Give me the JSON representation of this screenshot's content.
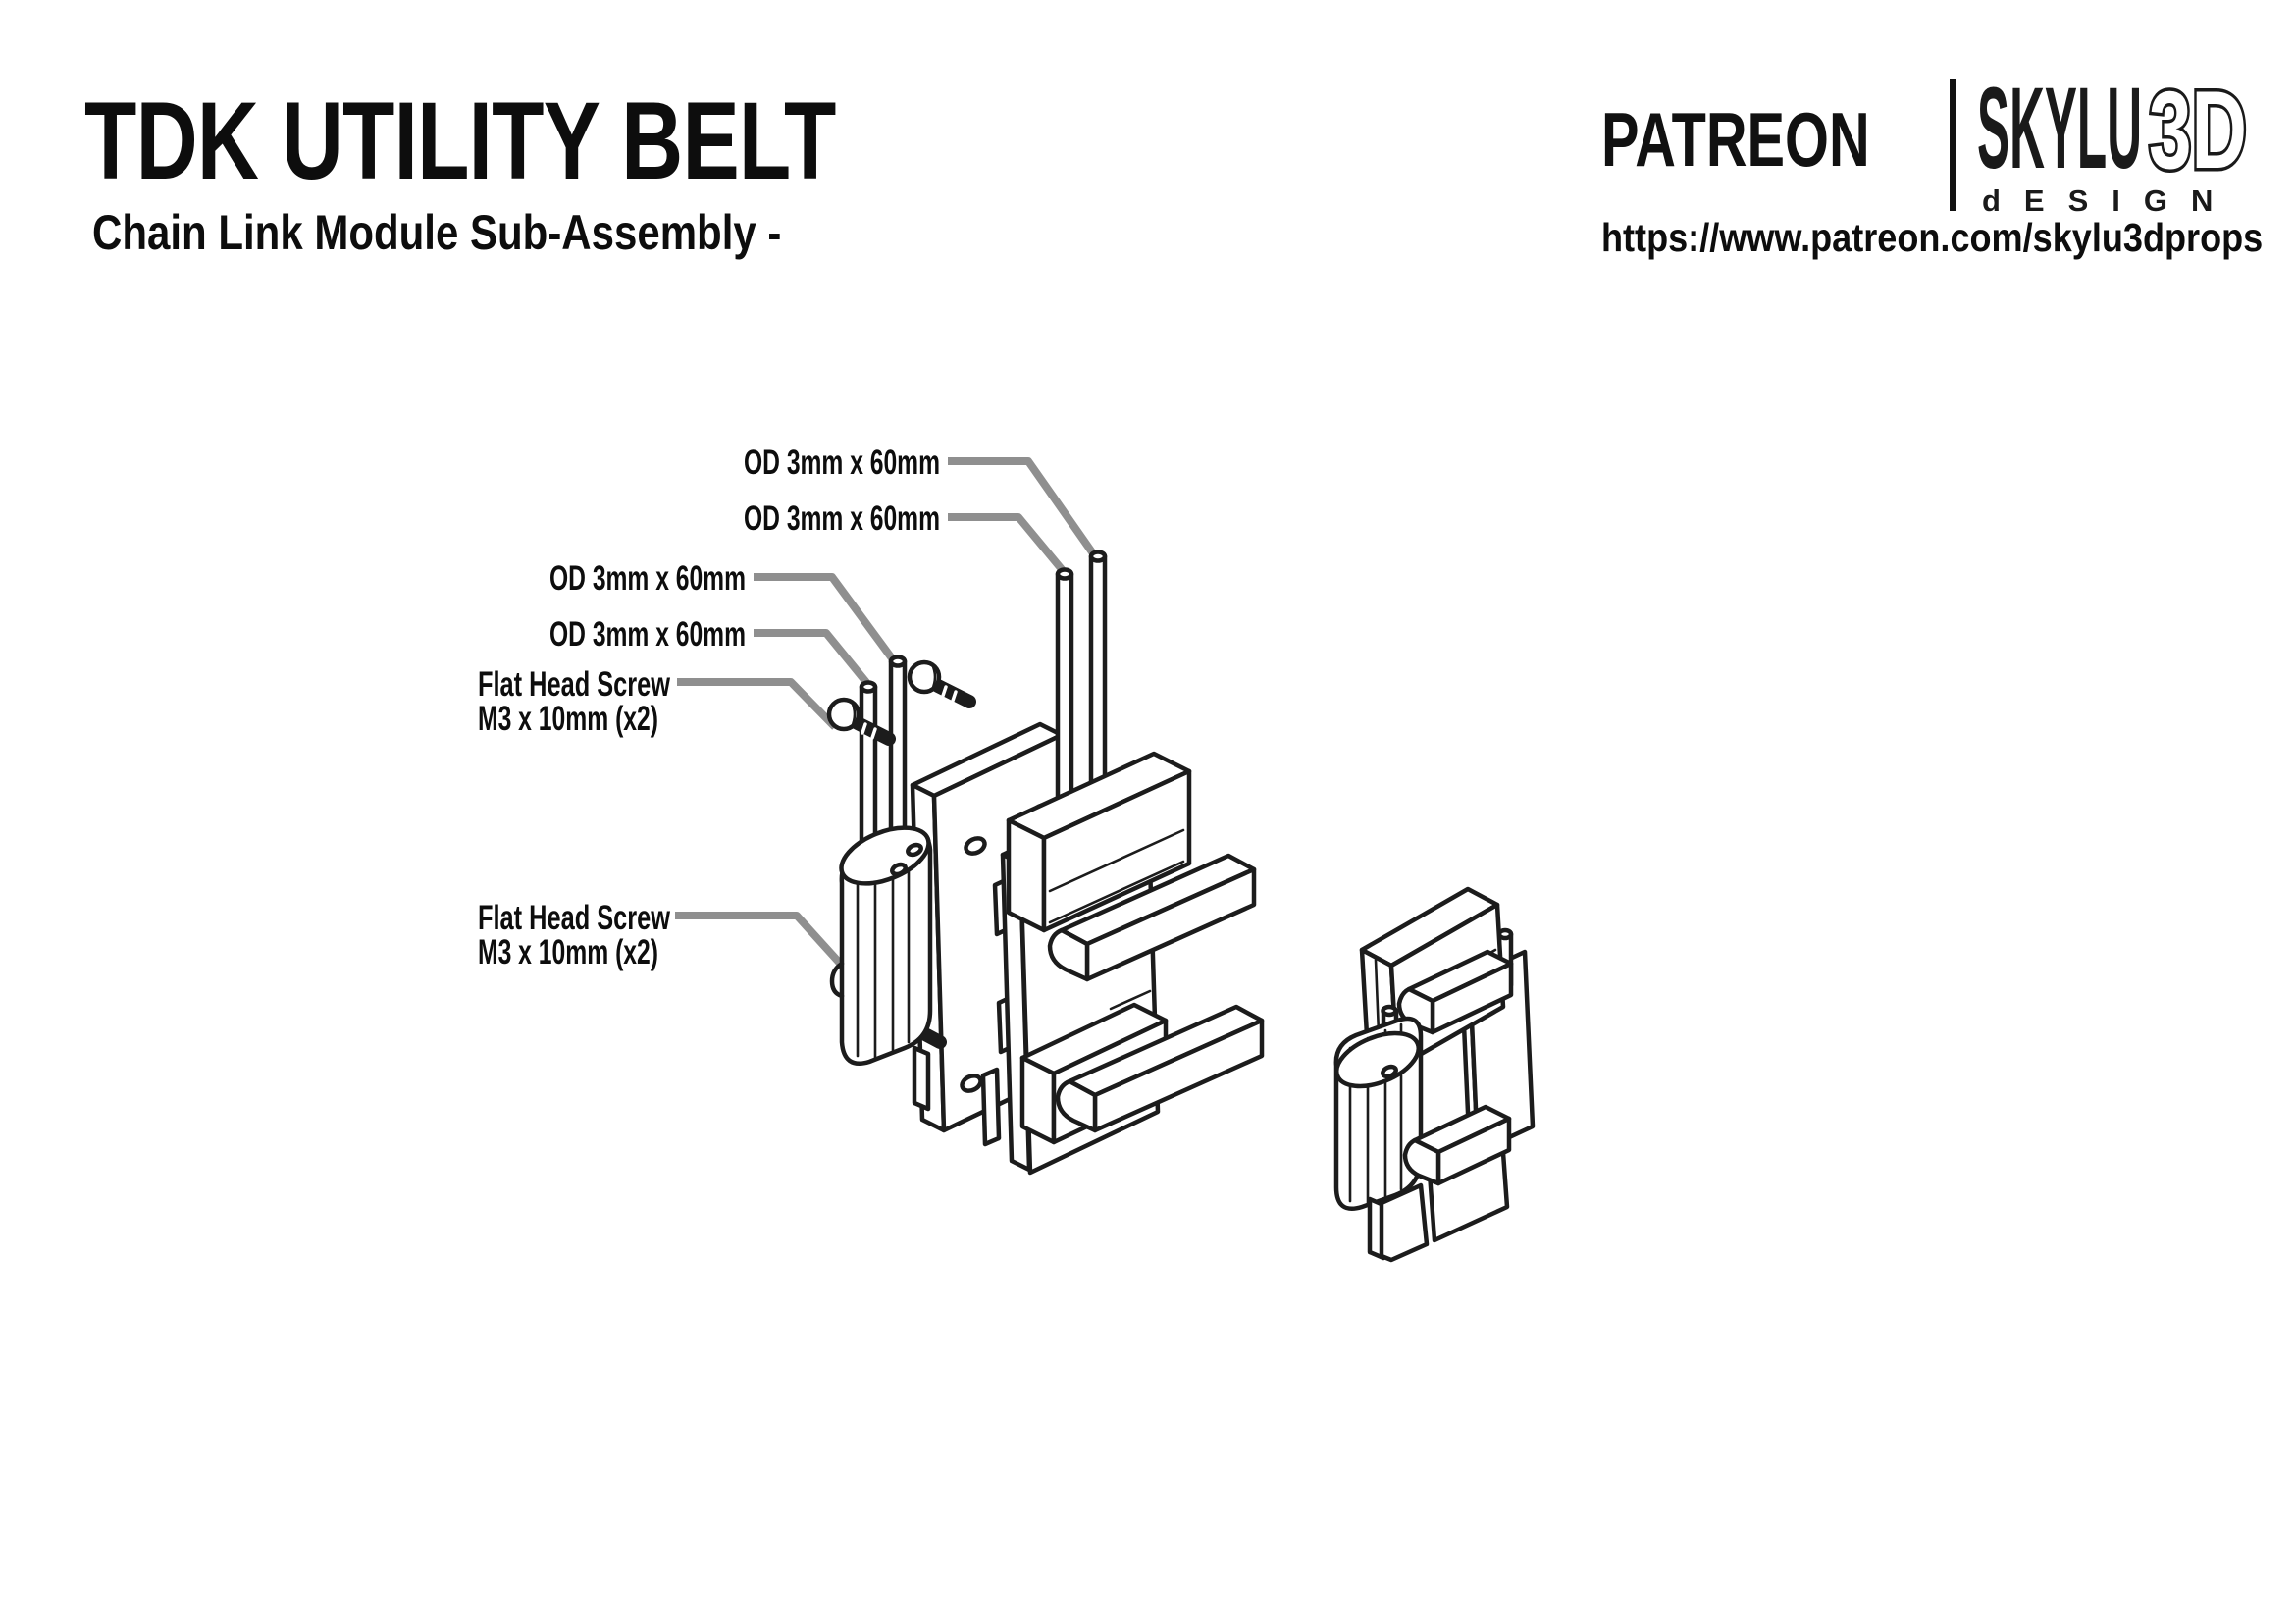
{
  "page": {
    "background": "#ffffff"
  },
  "header": {
    "title": "TDK UTILITY BELT",
    "subtitle": "Chain Link Module Sub-Assembly -"
  },
  "branding": {
    "patreon_text": "PATREON",
    "logo_main": "SKYLU",
    "logo_3d": "3D",
    "logo_design": "dESIGN",
    "url": "https://www.patreon.com/skylu3dprops",
    "divider_color": "#111111"
  },
  "diagram": {
    "colors": {
      "outline": "#1c1c1c",
      "leader": "#8f8f8f",
      "fill": "#ffffff"
    },
    "labels": {
      "rod1": "OD 3mm x 60mm",
      "rod2": "OD 3mm x 60mm",
      "rod3": "OD 3mm x 60mm",
      "rod4": "OD 3mm x 60mm",
      "screw1_line1": "Flat Head Screw",
      "screw1_line2": "M3 x 10mm (x2)",
      "screw2_line1": "Flat Head Screw",
      "screw2_line2": "M3 x 10mm (x2)"
    }
  }
}
